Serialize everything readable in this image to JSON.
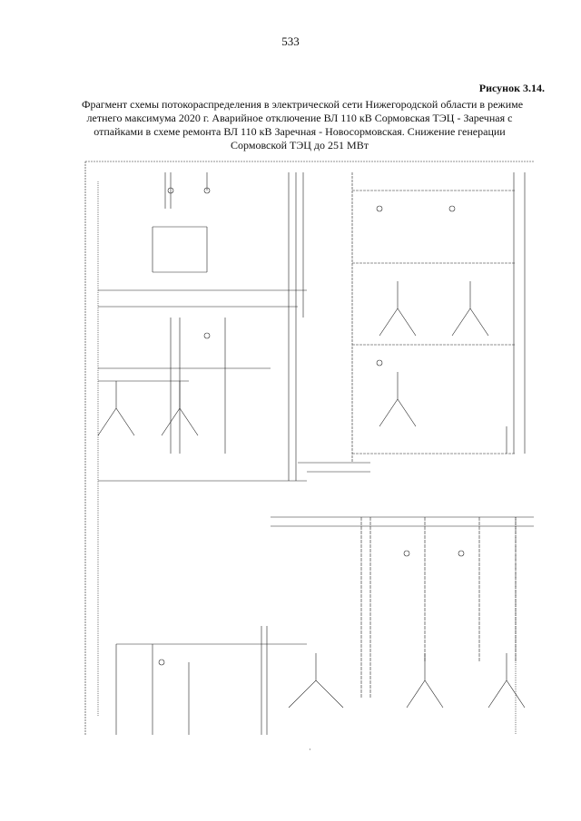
{
  "page": {
    "number": "533"
  },
  "figure": {
    "label": "Рисунок 3.14.",
    "caption_lines": [
      "Фрагмент схемы потокораспределения в электрической сети Нижегородской области в режиме",
      "летнего максимума 2020 г. Аварийное отключение ВЛ 110 кВ Сормовская ТЭЦ - Заречная с",
      "отпайками в схеме ремонта ВЛ 110 кВ Заречная - Новосормовская. Снижение генерации",
      "Сормовской ТЭЦ до 251 МВт"
    ]
  },
  "footer": {
    "dot": "·"
  }
}
